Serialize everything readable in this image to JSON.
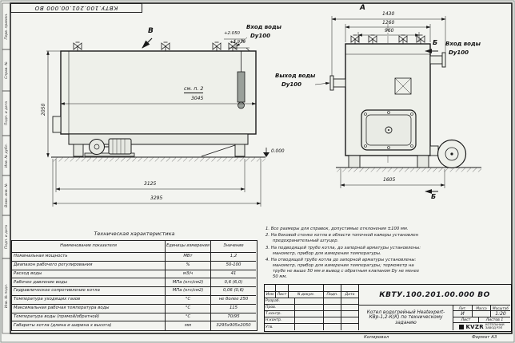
{
  "sheet": {
    "stamp": "КВТУ.100.201.00.000 ВО",
    "footer_copied": "Копировал",
    "footer_format": "Формат А3",
    "left_strip": [
      "Перв. примен.",
      "Справ. №",
      "Подп. и дата",
      "Инв. № дубл.",
      "Взам. инв. №",
      "Подп. и дата",
      "Инв. № подл."
    ]
  },
  "side_view": {
    "view_label": "В",
    "see_note": "см. п. 2",
    "inlet_label": "Вход воды",
    "inlet_dn": "Dy100",
    "level_top": "+2.050",
    "level_mid": "+1.930",
    "level_zero": "0.000",
    "dim_width": "3045",
    "dim_base": "3125",
    "dim_overall": "3295",
    "dim_height": "2050"
  },
  "front_view": {
    "view_label": "А",
    "section_label_top": "Б",
    "section_label_bottom": "Б",
    "outlet_label": "Выход воды",
    "outlet_dn": "Dy100",
    "inlet_label": "Вход воды",
    "inlet_dn": "Dy100",
    "dim_1": "1430",
    "dim_2": "1260",
    "dim_3": "960",
    "dim_base": "1605"
  },
  "tech_table": {
    "title": "Техническая характеристика",
    "headers": [
      "Наименование показателя",
      "Единицы измерения",
      "Значение"
    ],
    "rows": [
      [
        "Номинальная мощность",
        "МВт",
        "1,2"
      ],
      [
        "Диапазон рабочего регулирования",
        "%",
        "50-100"
      ],
      [
        "Расход воды",
        "м3/ч",
        "41"
      ],
      [
        "Рабочее давление воды",
        "МПа (кгс/см2)",
        "0,6 (6,0)"
      ],
      [
        "Гидравлическое сопротивление котла",
        "МПа (кгс/см2)",
        "0,06 (0,6)"
      ],
      [
        "Температура уходящих газов",
        "°С",
        "не более 250"
      ],
      [
        "Максимальная рабочая температура воды",
        "°С",
        "115"
      ],
      [
        "Температура воды (прямой/обратной)",
        "°С",
        "70/95"
      ],
      [
        "Габариты котла (длина и ширина х высота)",
        "мм",
        "3295х905х2050"
      ]
    ]
  },
  "notes": [
    "1.  Все размеры для справок, допустимые отклонения ±100 мм.",
    "2.  На боковой стенке котла в области топочной камеры установлен предохранительный штуцер.",
    "3.  На подводящей трубе котла, до запорной арматуры установлены: манометр, прибор для измерения температуры.",
    "4.  На отводящей трубе котла до запорной арматуры установлены: манометр, прибор для измерения температуры; термометр на трубе не выше 50 мм и вывод с обратным клапаном Dy не менее 50 мм."
  ],
  "title_block": {
    "doc_number": "КВТУ.100.201.00.000 ВО",
    "rev_columns": [
      "Изм",
      "Лист",
      "N докум.",
      "Подп.",
      "Дата"
    ],
    "sign_rows": [
      "Разраб.",
      "Пров.",
      "Т.контр.",
      "Н.контр.",
      "Утв."
    ],
    "product_title": "Котел водогрейный Heatexpert-КВр-1,2-К(К) по техническому заданию",
    "lit_label": "Лит.",
    "lit_value": "И",
    "mass_label": "Масса",
    "scale_label": "Масштаб",
    "scale_value": "1:20",
    "sheet_label": "Лист",
    "sheets_text": "Листов 1",
    "brand": "KVZR",
    "brand_sub1": "КОТЕЛЬНЫЙ",
    "brand_sub2": "ЗАВОД РЭП"
  }
}
